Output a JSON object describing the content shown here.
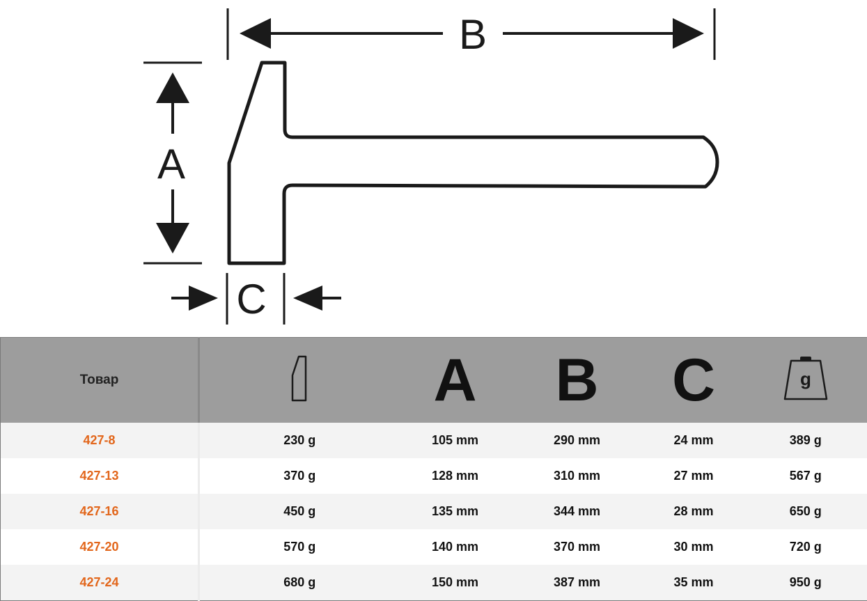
{
  "diagram": {
    "label_a": "A",
    "label_b": "B",
    "label_c": "C"
  },
  "table": {
    "product_header": "Товар",
    "column_headers": {
      "head_weight_icon": "hammer-head-icon",
      "a": "A",
      "b": "B",
      "c": "C",
      "total_weight_icon": "weight-icon",
      "weight_icon_label": "g"
    },
    "rows": [
      {
        "product": "427-8",
        "head_weight": "230 g",
        "a": "105 mm",
        "b": "290 mm",
        "c": "24 mm",
        "weight": "389 g"
      },
      {
        "product": "427-13",
        "head_weight": "370 g",
        "a": "128 mm",
        "b": "310 mm",
        "c": "27 mm",
        "weight": "567 g"
      },
      {
        "product": "427-16",
        "head_weight": "450 g",
        "a": "135 mm",
        "b": "344 mm",
        "c": "28 mm",
        "weight": "650 g"
      },
      {
        "product": "427-20",
        "head_weight": "570 g",
        "a": "140 mm",
        "b": "370 mm",
        "c": "30 mm",
        "weight": "720 g"
      },
      {
        "product": "427-24",
        "head_weight": "680 g",
        "a": "150 mm",
        "b": "387 mm",
        "c": "35 mm",
        "weight": "950 g"
      }
    ]
  },
  "colors": {
    "product_link": "#e2661b",
    "header_bg": "#9d9d9d",
    "row_odd_bg": "#f3f3f3",
    "row_even_bg": "#ffffff"
  }
}
